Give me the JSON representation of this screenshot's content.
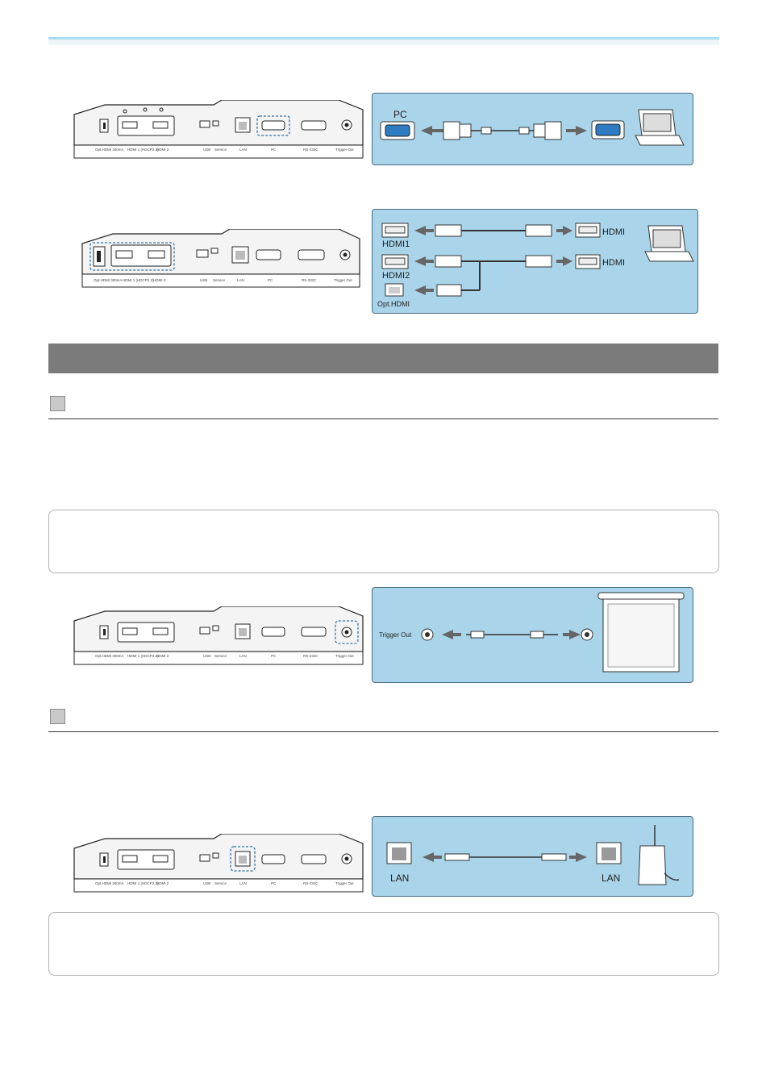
{
  "panel_labels": [
    "Opt.HDMI 300mA",
    "HDMI 1 (HDCP2.2)",
    "HDMI 2",
    "USB",
    "Service",
    "LAN",
    "PC",
    "RS-232C",
    "Trigger Out"
  ],
  "diagram_pc": {
    "label": "PC"
  },
  "diagram_hdmi": {
    "hdmi1": "HDMI1",
    "hdmi2": "HDMI2",
    "opt": "Opt.HDMI",
    "dest1": "HDMI",
    "dest2": "HDMI"
  },
  "diagram_trigger": {
    "label": "Trigger Out"
  },
  "diagram_lan": {
    "left": "LAN",
    "right": "LAN"
  },
  "colors": {
    "accent_bar": "#a7ddf0",
    "section_bar": "#7b7b7b",
    "diagram_bg": "#a9d4ea",
    "highlight": "#2f6fa8"
  }
}
